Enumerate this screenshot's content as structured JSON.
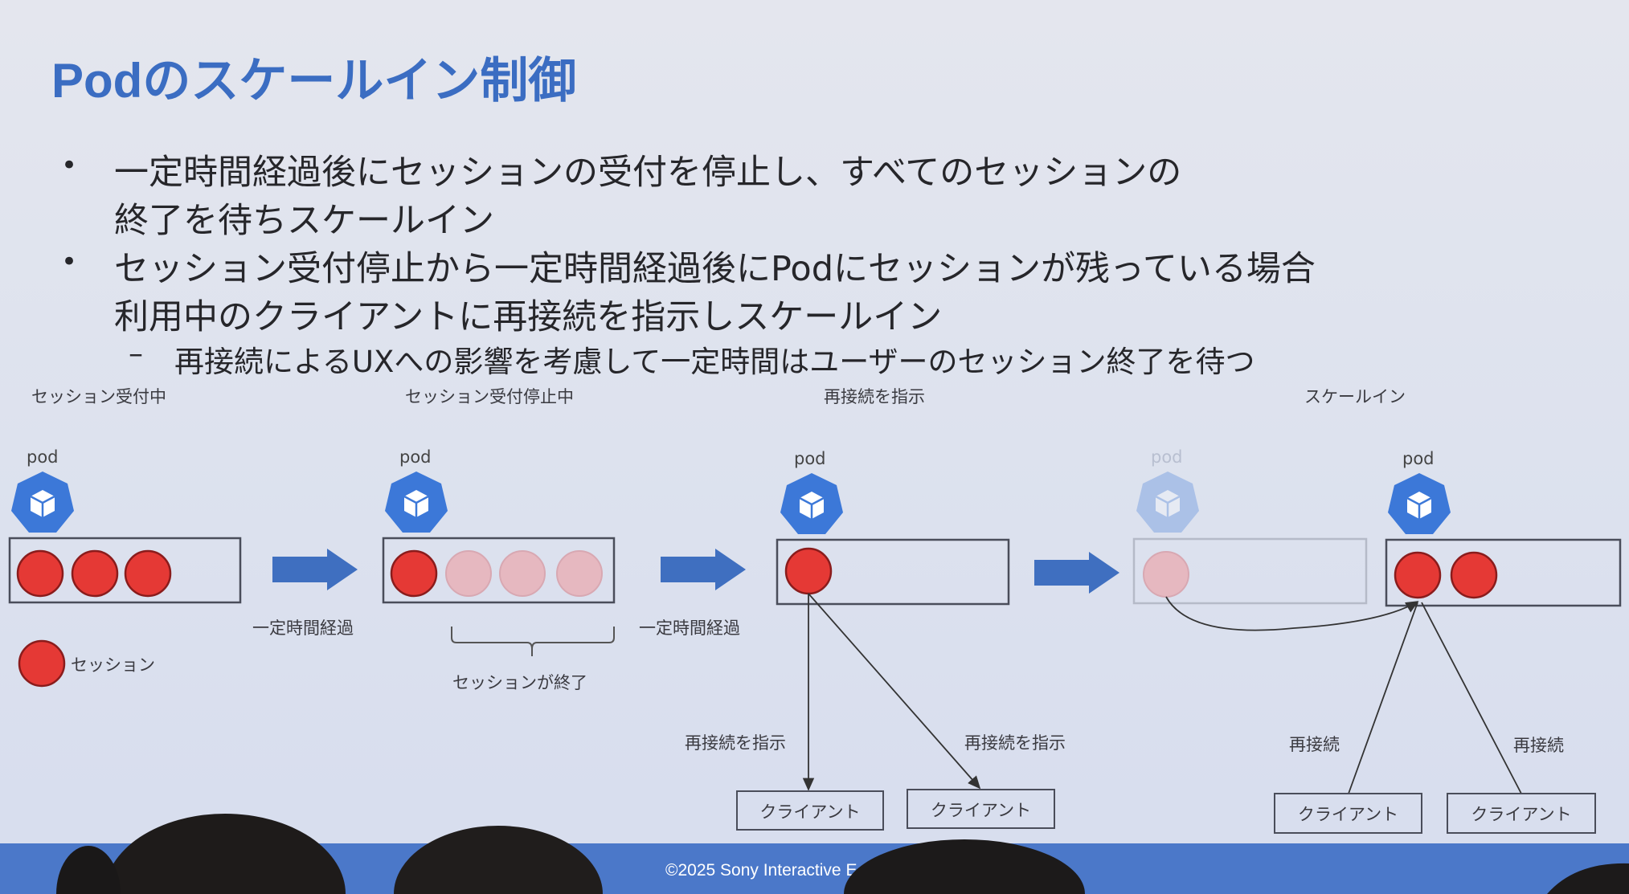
{
  "title": "Podのスケールイン制御",
  "bullets": [
    {
      "lines": [
        "一定時間経過後にセッションの受付を停止し、すべてのセッションの",
        "終了を待ちスケールイン"
      ]
    },
    {
      "lines": [
        "セッション受付停止から一定時間経過後にPodにセッションが残っている場合",
        "利用中のクライアントに再接続を指示しスケールイン"
      ]
    }
  ],
  "sub_bullet": "再接続によるUXへの影響を考慮して一定時間はユーザーのセッション終了を待つ",
  "bullet_marker": "•",
  "sub_marker": "–",
  "diagram": {
    "stages": [
      "セッション受付中",
      "セッション受付停止中",
      "再接続を指示",
      "スケールイン"
    ],
    "pod_label": "pod",
    "elapsed_label": "一定時間経過",
    "sessions_ended": "セッションが終了",
    "legend_session": "セッション",
    "reconnect_instruct": "再接続を指示",
    "reconnect": "再接続",
    "client": "クライアント",
    "colors": {
      "pod": "#3c78d8",
      "session": "#e53935",
      "ended_session": "#e6b8c0",
      "arrow": "#3f6fc0"
    }
  },
  "footer": "©2025 Sony Interactive E"
}
